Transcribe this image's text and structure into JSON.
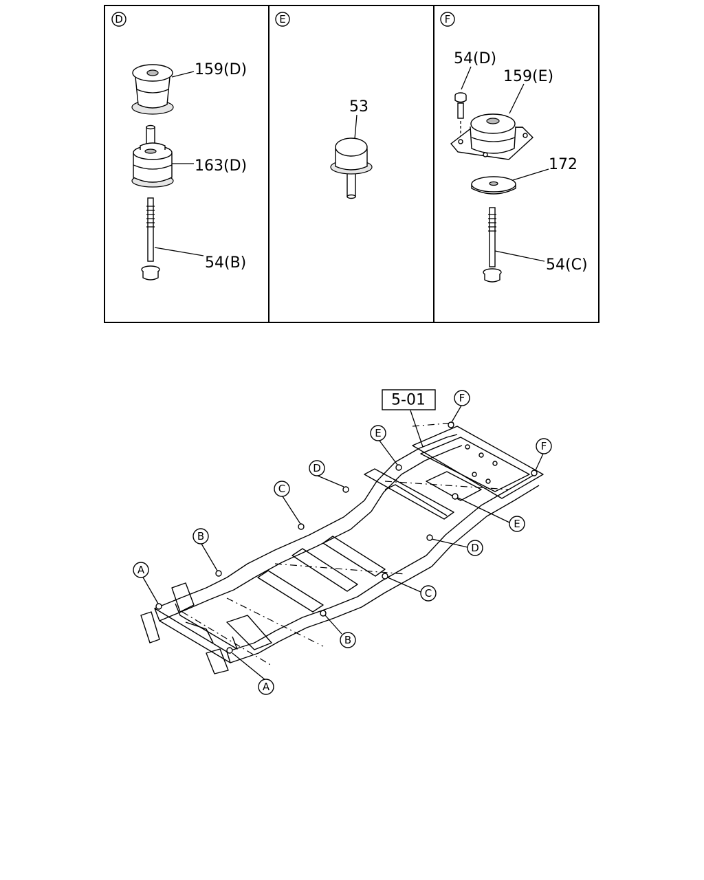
{
  "panels": [
    {
      "tag": "D",
      "callouts": [
        "159(D)",
        "163(D)",
        "54(B)"
      ]
    },
    {
      "tag": "E",
      "callouts": [
        "53"
      ]
    },
    {
      "tag": "F",
      "callouts": [
        "54(D)",
        "159(E)",
        "172",
        "54(C)"
      ]
    }
  ],
  "frame": {
    "ref_box": "5-01",
    "markers": {
      "A1": "A",
      "A2": "A",
      "B1": "B",
      "B2": "B",
      "C1": "C",
      "C2": "C",
      "D1": "D",
      "D2": "D",
      "E1": "E",
      "E2": "E",
      "F1": "F",
      "F2": "F"
    }
  }
}
